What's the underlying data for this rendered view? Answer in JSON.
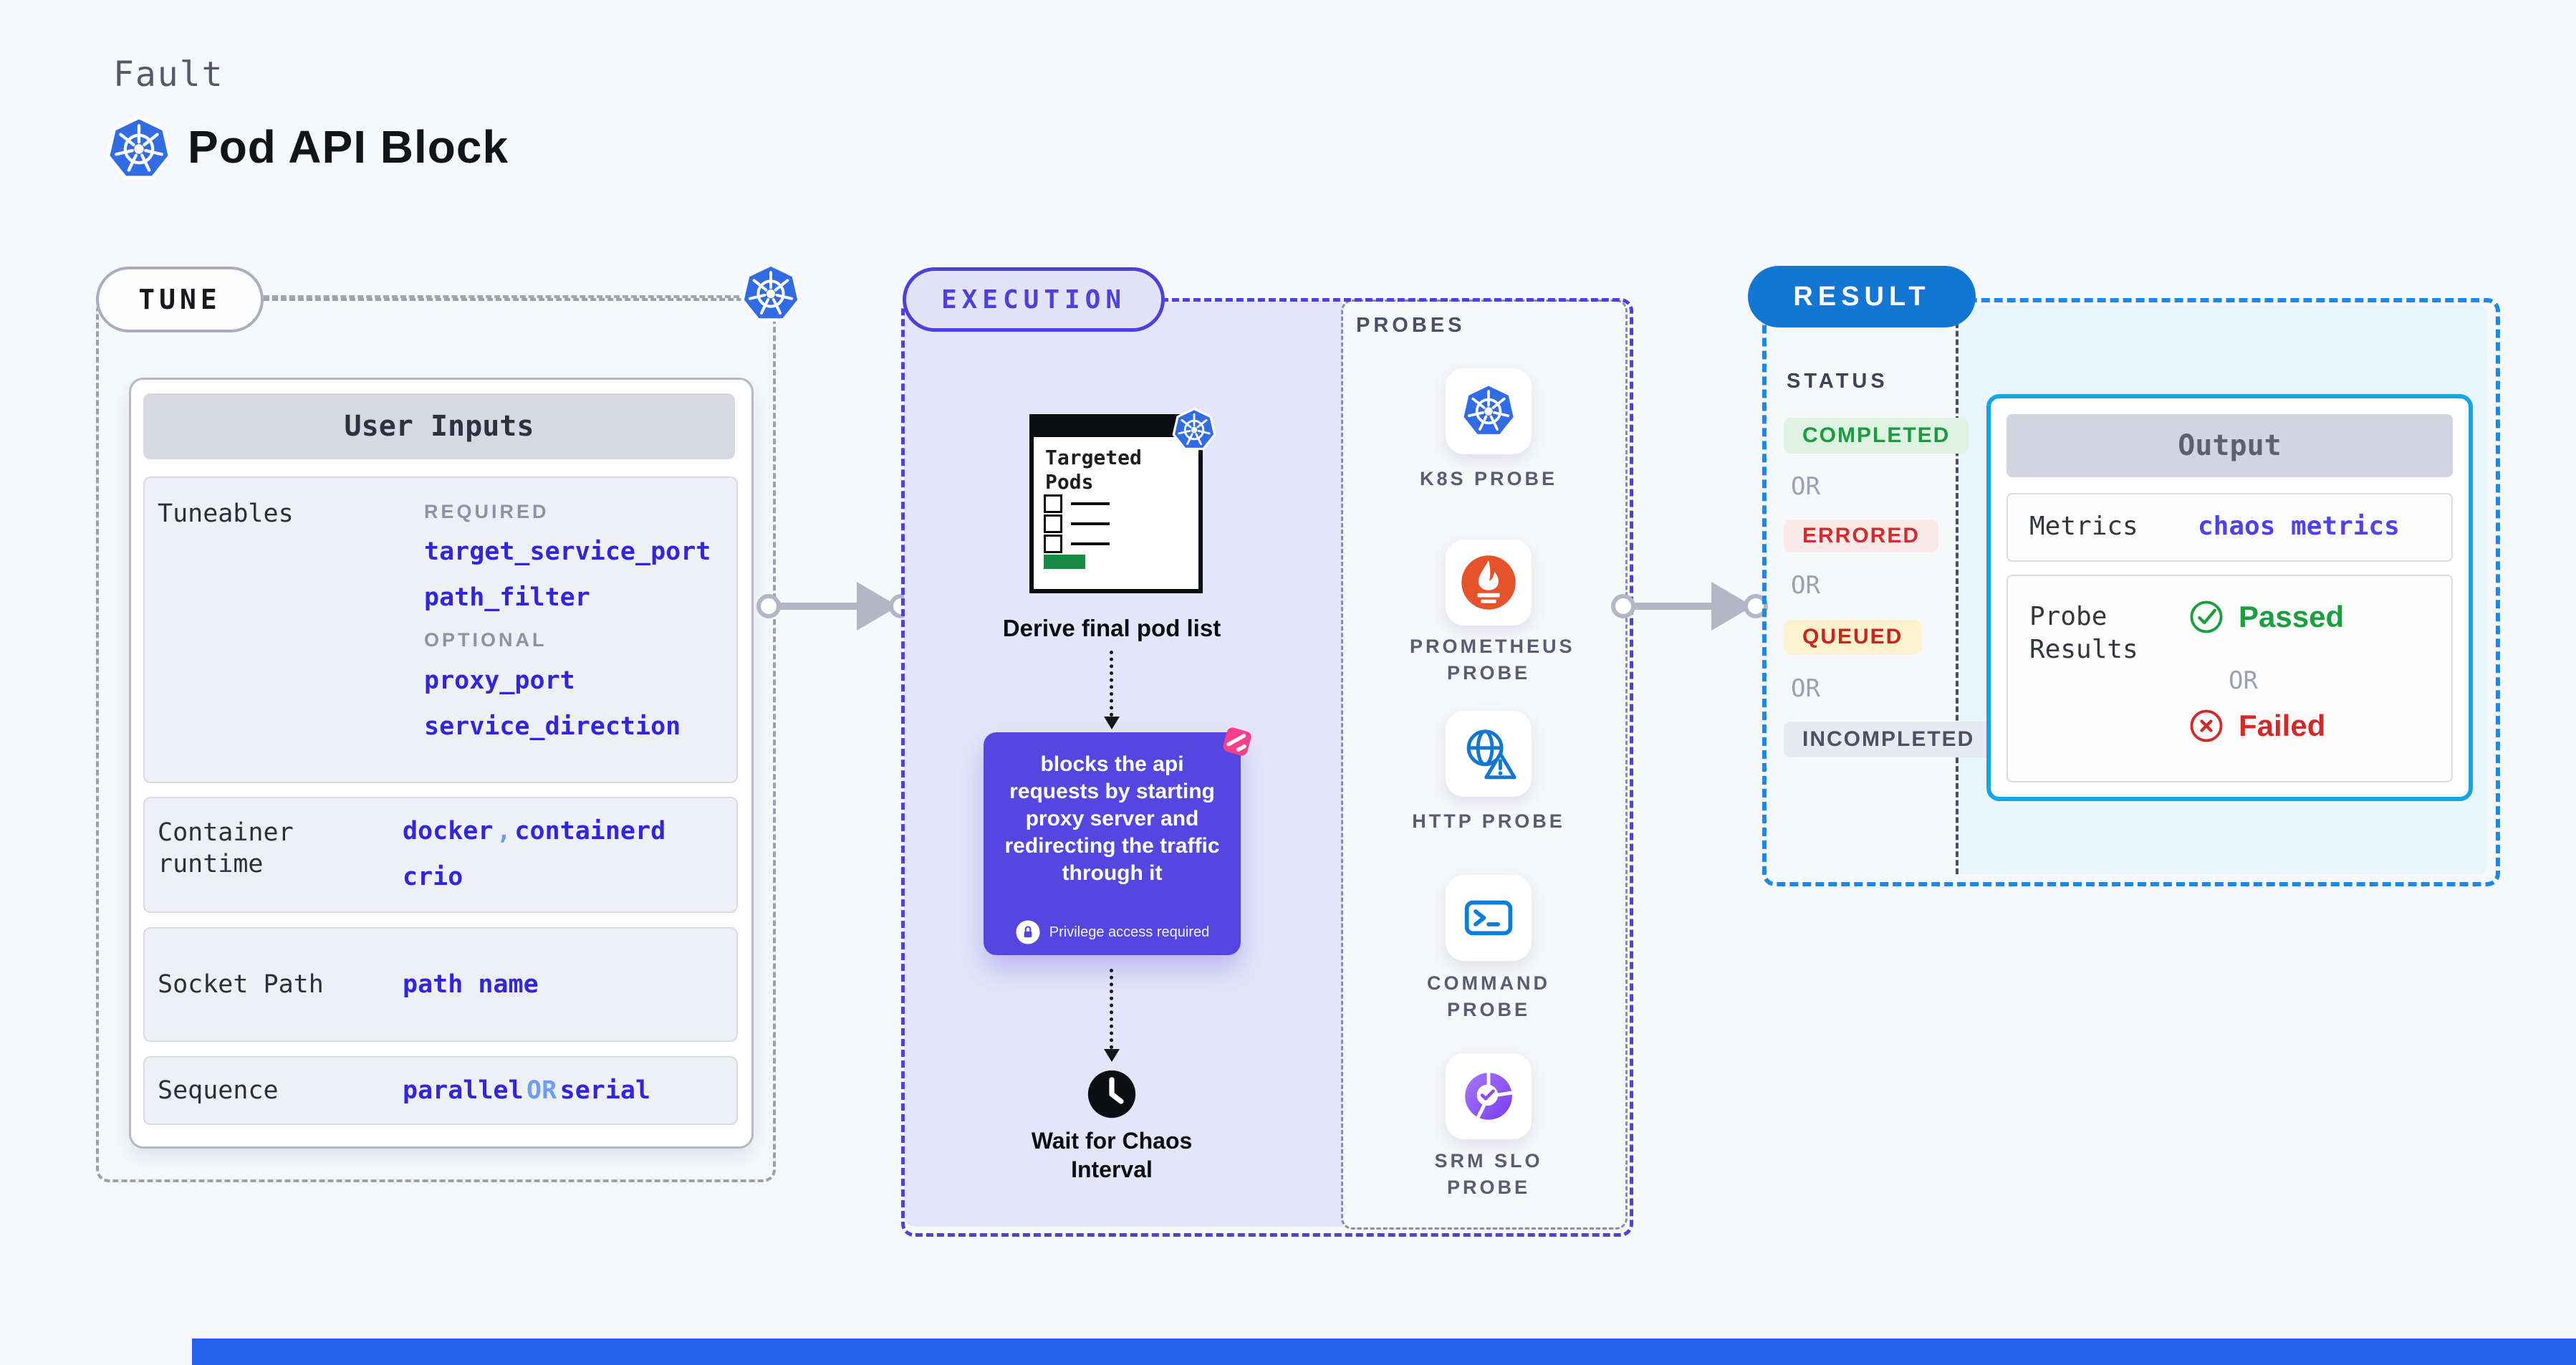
{
  "page": {
    "kicker": "Fault",
    "title": "Pod API Block",
    "fault_icon": "kubernetes-icon"
  },
  "tune": {
    "badge": "TUNE",
    "card_header": "User Inputs",
    "tuneables": {
      "label": "Tuneables",
      "required_label": "REQUIRED",
      "required": [
        "target_service_port",
        "path_filter"
      ],
      "optional_label": "OPTIONAL",
      "optional": [
        "proxy_port",
        "service_direction"
      ]
    },
    "container_runtime": {
      "label": "Container runtime",
      "value_1": "docker",
      "separator": ",",
      "value_2": "containerd",
      "value_3": "crio"
    },
    "socket_path": {
      "label": "Socket Path",
      "value": "path name"
    },
    "sequence": {
      "label": "Sequence",
      "value_a": "parallel",
      "or": "OR",
      "value_b": "serial"
    }
  },
  "execution": {
    "badge": "EXECUTION",
    "targeted_pods_title": "Targeted Pods",
    "derive_label": "Derive final pod list",
    "action_text": "blocks the api requests by starting proxy server and redirecting the traffic through it",
    "privilege_note": "Privilege access required",
    "wait_label": "Wait for Chaos Interval"
  },
  "probes": {
    "section_label": "PROBES",
    "items": [
      {
        "label": "K8S PROBE",
        "icon": "kubernetes-icon"
      },
      {
        "label": "PROMETHEUS PROBE",
        "icon": "prometheus-icon"
      },
      {
        "label": "HTTP PROBE",
        "icon": "globe-warning-icon"
      },
      {
        "label": "COMMAND PROBE",
        "icon": "terminal-icon"
      },
      {
        "label": "SRM SLO PROBE",
        "icon": "slo-donut-check-icon"
      }
    ]
  },
  "result": {
    "badge": "RESULT",
    "status_label": "STATUS",
    "or_label": "OR",
    "statuses": [
      {
        "label": "COMPLETED"
      },
      {
        "label": "ERRORED"
      },
      {
        "label": "QUEUED"
      },
      {
        "label": "INCOMPLETED"
      }
    ],
    "output": {
      "header": "Output",
      "metrics_label": "Metrics",
      "metrics_value": "chaos metrics",
      "probe_results_label": "Probe Results",
      "passed_label": "Passed",
      "failed_label": "Failed"
    }
  },
  "colors": {
    "kubernetes_blue": "#326ce5",
    "indigo_accent": "#4b43d9",
    "purple_box": "#5447e1",
    "pink_logo": "#fb3e8c",
    "result_blue": "#1276d2",
    "result_dash_blue": "#1e88e5",
    "output_cyan_border": "#14a5e8",
    "cyan_panel": "#e8f5fc",
    "code_blue": "#3226dd",
    "light_blue": "#6d9df4",
    "green_passed": "#1d9e3e",
    "red_failed": "#d22b27",
    "completed_bg": "#def3e1",
    "errored_bg": "#fbe9e9",
    "queued_bg": "#fcf2cd",
    "prometheus_orange": "#e6522c",
    "targeted_green": "#178a43"
  }
}
